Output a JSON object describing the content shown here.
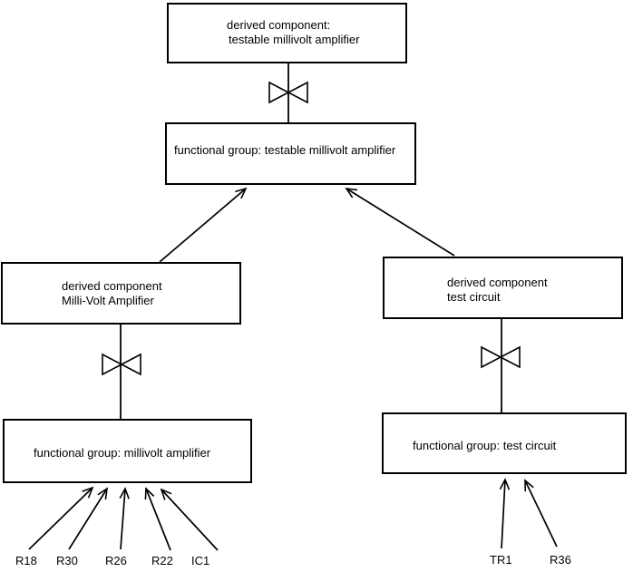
{
  "diagram": {
    "colors": {
      "background": "#ffffff",
      "line": "#000000",
      "text": "#000000"
    },
    "nodes": {
      "derived_testable": {
        "line1": "derived component:",
        "line2": "testable millivolt amplifier"
      },
      "functional_testable": {
        "label": "functional group: testable millivolt amplifier"
      },
      "derived_millivolt": {
        "line1": "derived component",
        "line2": "Milli-Volt Amplifier"
      },
      "functional_millivolt": {
        "label": "functional group: millivolt amplifier"
      },
      "derived_test": {
        "line1": "derived component",
        "line2": "test circuit"
      },
      "functional_test": {
        "label": "functional group: test circuit"
      }
    },
    "components_left": [
      "R18",
      "R30",
      "R26",
      "R22",
      "IC1"
    ],
    "components_right": [
      "TR1",
      "R36"
    ]
  }
}
